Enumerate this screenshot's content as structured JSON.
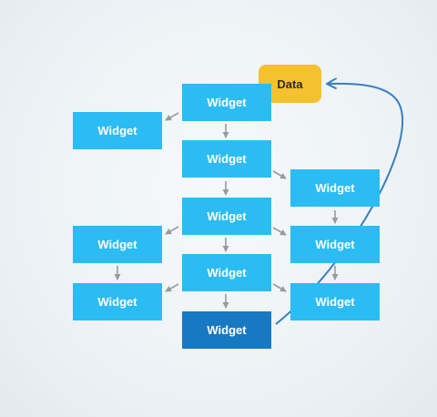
{
  "nodes": {
    "data": "Data",
    "w_top": "Widget",
    "w_left1": "Widget",
    "w_c2": "Widget",
    "w_r1": "Widget",
    "w_c3": "Widget",
    "w_l2": "Widget",
    "w_r2": "Widget",
    "w_c4": "Widget",
    "w_l3": "Widget",
    "w_r3": "Widget",
    "w_bottom": "Widget"
  },
  "colors": {
    "widget": "#2bbcf3",
    "widget_selected": "#1779c1",
    "data": "#f6c12e",
    "edge": "#9a9a9a",
    "feedback_edge": "#3a7fc0"
  }
}
